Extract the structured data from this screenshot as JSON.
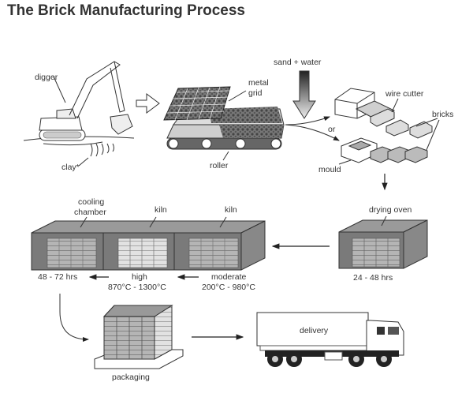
{
  "title": "The Brick Manufacturing Process",
  "labels": {
    "digger": "digger",
    "clay": "clay*",
    "metal_grid_1": "metal",
    "metal_grid_2": "grid",
    "roller": "roller",
    "sand_water": "sand + water",
    "or": "or",
    "wire_cutter": "wire cutter",
    "bricks": "bricks",
    "mould": "mould",
    "drying_oven": "drying oven",
    "drying_time": "24 - 48 hrs",
    "cooling_chamber_1": "cooling",
    "cooling_chamber_2": "chamber",
    "kiln_high": "kiln",
    "kiln_moderate": "kiln",
    "cooling_time": "48 - 72 hrs",
    "high_1": "high",
    "high_2": "870°C - 1300°C",
    "moderate_1": "moderate",
    "moderate_2": "200°C - 980°C",
    "packaging": "packaging",
    "delivery": "delivery"
  },
  "colors": {
    "title": "#333333",
    "box_dark": "#7a7a7a",
    "box_top": "#9a9a9a",
    "brick_fill": "#b8b8b8",
    "brick_light": "#dedede"
  }
}
